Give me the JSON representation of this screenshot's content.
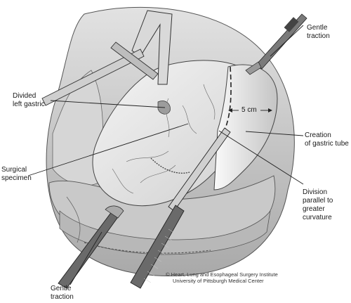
{
  "labels": {
    "gentle_traction_top": [
      "Gentle",
      "traction"
    ],
    "divided_left_gastric": [
      "Divided",
      "left gastric"
    ],
    "distance": "5 cm",
    "creation_gastric_tube": [
      "Creation",
      "of gastric tube"
    ],
    "surgical_specimen": [
      "Surgical",
      "specimen"
    ],
    "division_parallel": [
      "Division",
      "parallel to",
      "greater",
      "curvature"
    ],
    "gentle_traction_bottom": [
      "Gentle",
      "traction"
    ]
  },
  "copyright": [
    "© Heart, Lung and Esophageal Surgery Institute",
    "University of Pittsburgh Medical Center"
  ],
  "colors": {
    "ink": "#1a1a1a",
    "tissue": "#e9e9e9",
    "shade": "#bdbdbd"
  }
}
